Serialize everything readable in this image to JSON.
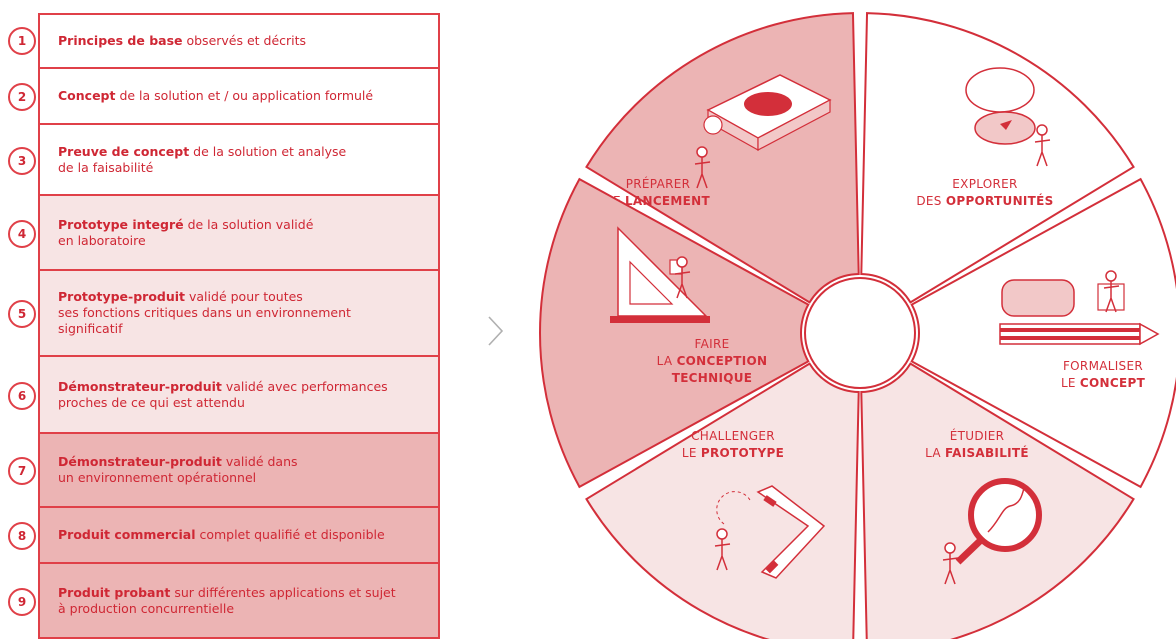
{
  "trl_levels": [
    {
      "number": "1",
      "bold": "Principes de base",
      "text": " observés et décrits",
      "fill": "#ffffff"
    },
    {
      "number": "2",
      "bold": "Concept",
      "text": " de la solution et / ou application formulé",
      "fill": "#ffffff"
    },
    {
      "number": "3",
      "bold": "Preuve de concept",
      "text": " de la solution et analyse\nde la faisabilité",
      "fill": "#ffffff"
    },
    {
      "number": "4",
      "bold": "Prototype integré",
      "text": " de la solution validé\nen laboratoire",
      "fill": "#f7e4e4"
    },
    {
      "number": "5",
      "bold": "Prototype-produit",
      "text": " validé pour toutes\nses fonctions critiques dans un environnement\nsignificatif",
      "fill": "#f7e4e4"
    },
    {
      "number": "6",
      "bold": "Démonstrateur-produit",
      "text": " validé avec performances\nproches de ce qui est attendu",
      "fill": "#f7e4e4"
    },
    {
      "number": "7",
      "bold": "Démonstrateur-produit",
      "text": " validé dans\nun environnement opérationnel",
      "fill": "#ecb4b4"
    },
    {
      "number": "8",
      "bold": "Produit commercial",
      "text": " complet qualifié et disponible",
      "fill": "#ecb4b4"
    },
    {
      "number": "9",
      "bold": "Produit probant",
      "text": " sur différentes applications et sujet\nà production concurrentielle",
      "fill": "#ecb4b4"
    }
  ],
  "arrow_icon": "chevron-right-icon",
  "wheel_segments": [
    {
      "id": "preparer",
      "line1": "PRÉPARER",
      "line2_prefix": "LE ",
      "line2_bold": "LANCEMENT",
      "line3_bold": "",
      "fill": "#ecb4b4",
      "icon": "launch-button-icon"
    },
    {
      "id": "explorer",
      "line1": "EXPLORER",
      "line2_prefix": "DES ",
      "line2_bold": "OPPORTUNITÉS",
      "line3_bold": "",
      "fill": "#ffffff",
      "icon": "compass-icon"
    },
    {
      "id": "formaliser",
      "line1": "FORMALISER",
      "line2_prefix": "LE ",
      "line2_bold": "CONCEPT",
      "line3_bold": "",
      "fill": "#ffffff",
      "icon": "pencil-eraser-icon"
    },
    {
      "id": "etudier",
      "line1": "ÉTUDIER",
      "line2_prefix": "LA ",
      "line2_bold": "FAISABILITÉ",
      "line3_bold": "",
      "fill": "#f7e4e4",
      "icon": "magnifier-icon"
    },
    {
      "id": "challenger",
      "line1": "CHALLENGER",
      "line2_prefix": "LE ",
      "line2_bold": "PROTOTYPE",
      "line3_bold": "",
      "fill": "#f7e4e4",
      "icon": "boomerang-icon"
    },
    {
      "id": "faire",
      "line1": "FAIRE",
      "line2_prefix": "LA ",
      "line2_bold": "CONCEPTION",
      "line3_bold": "TECHNIQUE",
      "fill": "#ecb4b4",
      "icon": "set-square-icon"
    }
  ],
  "colors": {
    "accent": "#d32f3a",
    "light_fill": "#f7e4e4",
    "medium_fill": "#ecb4b4"
  }
}
